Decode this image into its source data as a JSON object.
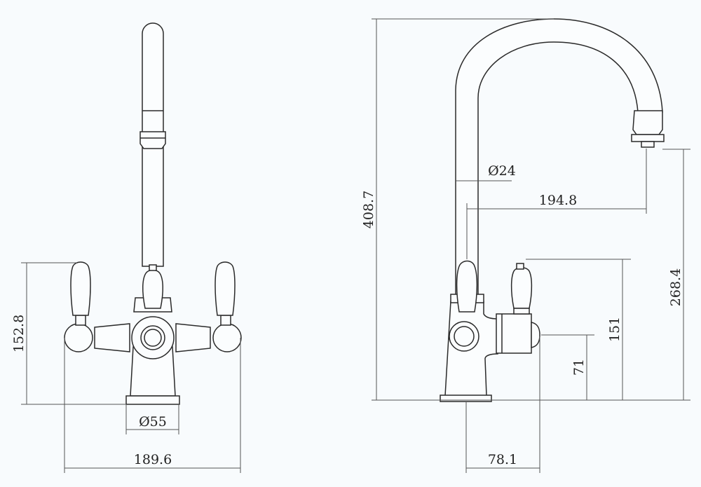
{
  "drawing": {
    "front_view": {
      "dimensions": {
        "height_handles": "152.8",
        "base_diameter": "Ø55",
        "overall_width": "189.6"
      }
    },
    "side_view": {
      "dimensions": {
        "overall_height": "408.7",
        "spout_diameter": "Ø24",
        "reach": "194.8",
        "spout_outlet_height": "268.4",
        "handle_height": "151",
        "knob_height": "71",
        "body_depth": "78.1"
      }
    },
    "line_color": "#2a2a2a",
    "background": "#f8fbfd"
  }
}
